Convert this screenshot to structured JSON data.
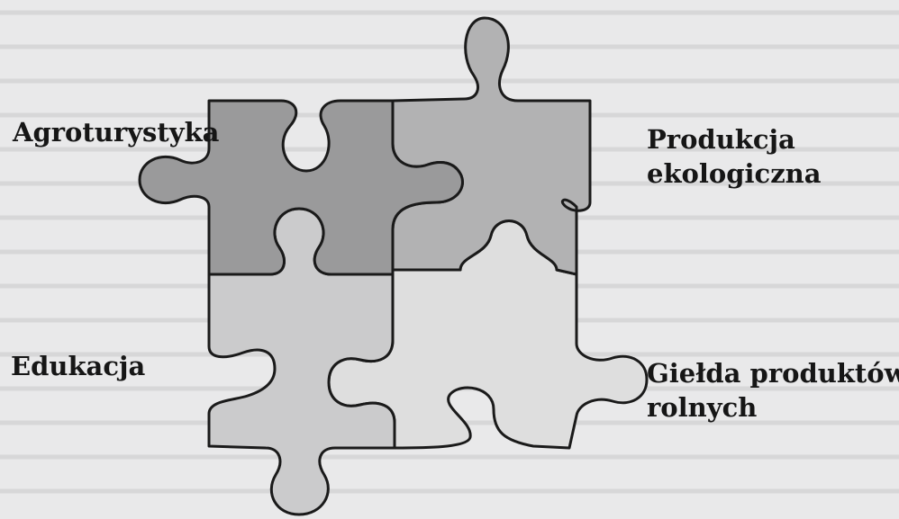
{
  "diagram": {
    "pieces": [
      {
        "id": "agroturystyka",
        "lines": [
          "Agroturystyka"
        ],
        "shade": "#9a9a9b"
      },
      {
        "id": "produkcja",
        "lines": [
          "Produkcja",
          "ekologiczna"
        ],
        "shade": "#b2b2b3"
      },
      {
        "id": "edukacja",
        "lines": [
          "Edukacja"
        ],
        "shade": "#cbcbcc"
      },
      {
        "id": "gielda",
        "lines": [
          "Giełda produktów",
          "rolnych"
        ],
        "shade": "#dedede"
      }
    ],
    "outline_color": "#1a1a1a",
    "background_color": "#e9e9ea"
  }
}
